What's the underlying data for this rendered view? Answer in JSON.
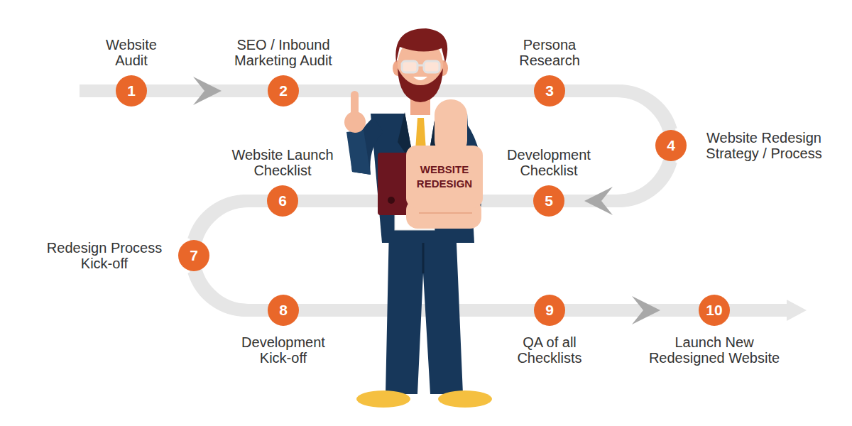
{
  "diagram": {
    "nodes": [
      {
        "text": [
          "Website Audit",
          "1"
        ]
      },
      {
        "text": [
          "SEO / Inbound Marketing Audit",
          "2"
        ]
      },
      {
        "text": [
          "Persona Research",
          "3"
        ]
      },
      {
        "text": [
          "Website Redesign Strategy / Process",
          "4"
        ]
      },
      {
        "text": [
          "Development Checklist",
          "5"
        ]
      },
      {
        "text": [
          "Website Launch Checklist",
          "6"
        ]
      },
      {
        "text": [
          "Redesign Process Kick-off",
          "7"
        ]
      },
      {
        "text": [
          "Development Kick-off",
          "8"
        ]
      },
      {
        "text": [
          "QA of all Checklists",
          "9"
        ]
      },
      {
        "text": [
          "Launch New Redesigned Website",
          "10"
        ]
      },
      {
        "text": [
          "WEBSITE REDESIGN"
        ]
      }
    ],
    "edges": [
      {
        "from": 0,
        "to": 1,
        "arrow": "to"
      },
      {
        "from": 1,
        "to": 2,
        "arrow": "none"
      },
      {
        "from": 2,
        "to": 3,
        "arrow": "none"
      },
      {
        "from": 3,
        "to": 4,
        "arrow": "to"
      },
      {
        "from": 4,
        "to": 5,
        "arrow": "none"
      },
      {
        "from": 5,
        "to": 6,
        "arrow": "none"
      },
      {
        "from": 6,
        "to": 7,
        "arrow": "none"
      },
      {
        "from": 7,
        "to": 8,
        "arrow": "none"
      },
      {
        "from": 8,
        "to": 9,
        "arrow": "to"
      }
    ]
  }
}
